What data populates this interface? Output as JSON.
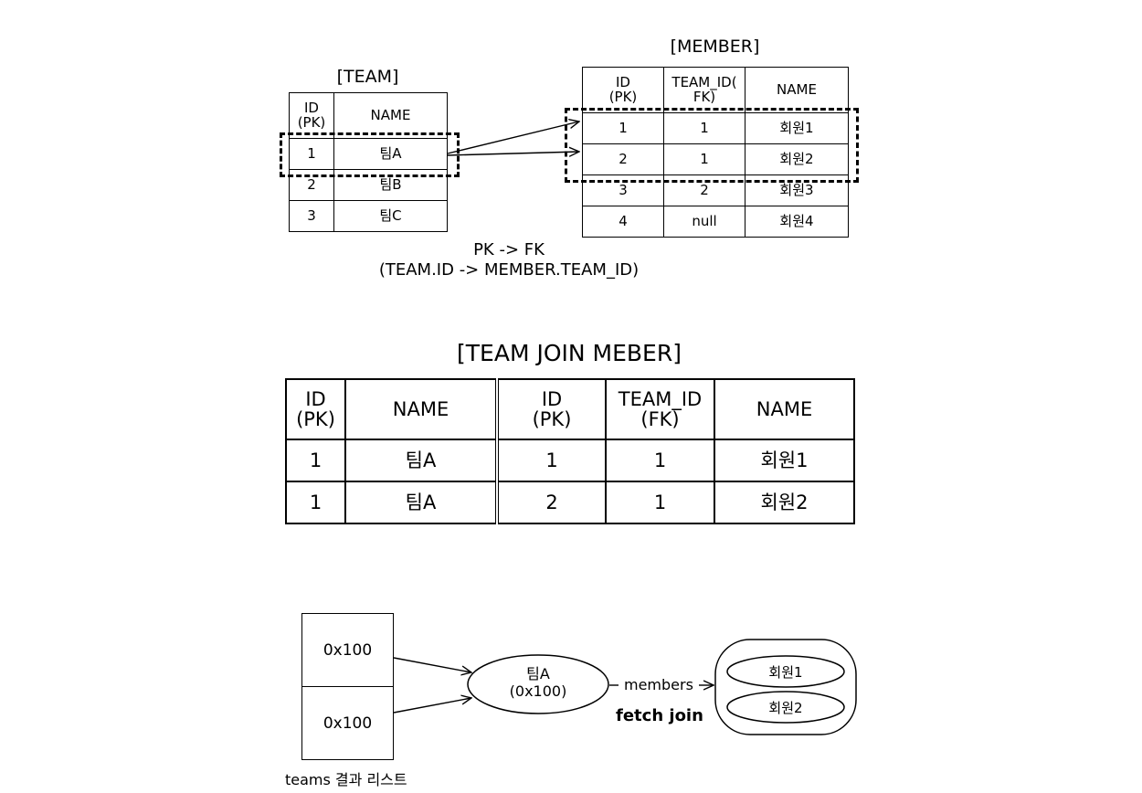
{
  "team_table": {
    "title": "[TEAM]",
    "headers": {
      "id": "ID\n(PK)",
      "name": "NAME"
    },
    "rows": [
      {
        "id": "1",
        "name": "팀A"
      },
      {
        "id": "2",
        "name": "팀B"
      },
      {
        "id": "3",
        "name": "팀C"
      }
    ]
  },
  "member_table": {
    "title": "[MEMBER]",
    "headers": {
      "id": "ID\n(PK)",
      "team_id": "TEAM_ID(\nFK)",
      "name": "NAME"
    },
    "rows": [
      {
        "id": "1",
        "team_id": "1",
        "name": "회원1"
      },
      {
        "id": "2",
        "team_id": "1",
        "name": "회원2"
      },
      {
        "id": "3",
        "team_id": "2",
        "name": "회원3"
      },
      {
        "id": "4",
        "team_id": "null",
        "name": "회원4"
      }
    ]
  },
  "fk_note": {
    "line1": "PK -> FK",
    "line2": "(TEAM.ID -> MEMBER.TEAM_ID)"
  },
  "join_table": {
    "title": "[TEAM JOIN MEBER]",
    "headers": {
      "team_id": "ID\n(PK)",
      "team_name": "NAME",
      "member_id": "ID\n(PK)",
      "member_team_id": "TEAM_ID\n(FK)",
      "member_name": "NAME"
    },
    "rows": [
      {
        "team_id": "1",
        "team_name": "팀A",
        "member_id": "1",
        "member_team_id": "1",
        "member_name": "회원1"
      },
      {
        "team_id": "1",
        "team_name": "팀A",
        "member_id": "2",
        "member_team_id": "1",
        "member_name": "회원2"
      }
    ]
  },
  "object_graph": {
    "list_items": [
      "0x100",
      "0x100"
    ],
    "list_caption": "teams 결과 리스트",
    "team_node": {
      "line1": "팀A",
      "line2": "(0x100)"
    },
    "members_label": "members",
    "fetch_join_label": "fetch join",
    "member_nodes": [
      "회원1",
      "회원2"
    ]
  }
}
